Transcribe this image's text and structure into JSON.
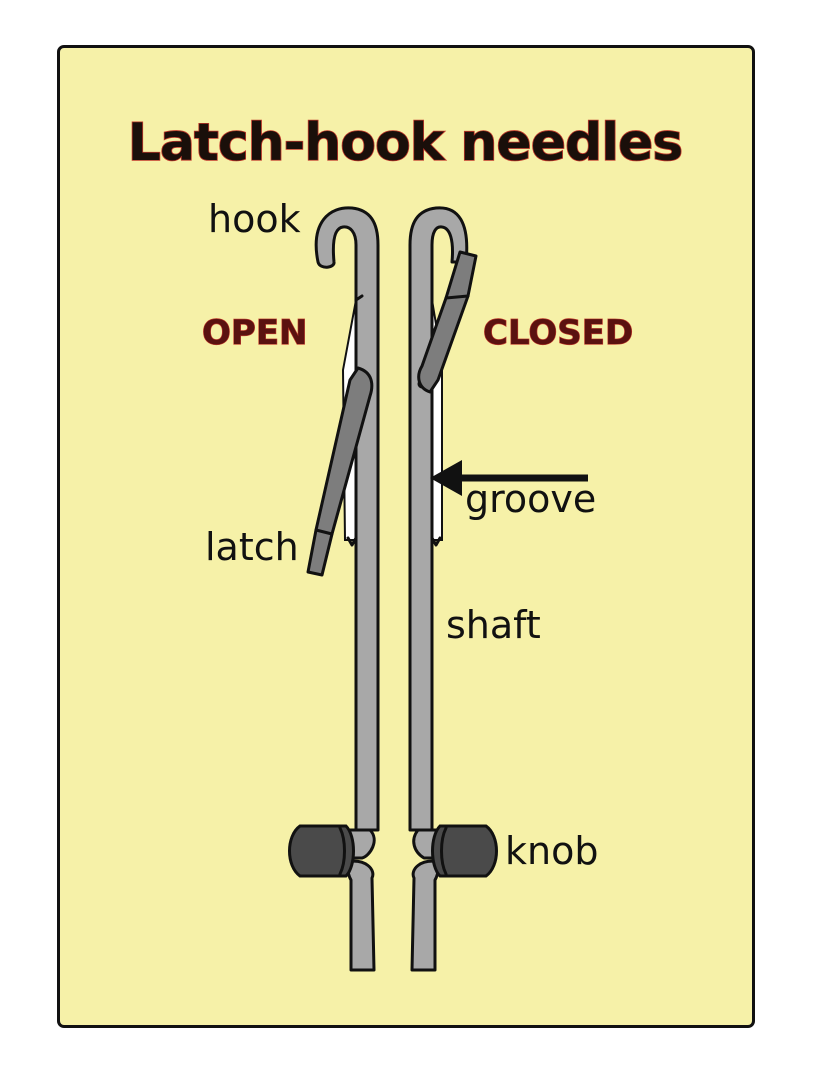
{
  "title": "Latch-hook needles",
  "states": {
    "open": "OPEN",
    "closed": "CLOSED"
  },
  "labels": {
    "hook": "hook",
    "latch": "latch",
    "groove": "groove",
    "shaft": "shaft",
    "knob": "knob"
  },
  "colors": {
    "background": "#f6f1a8",
    "title_outline": "#c0392b",
    "metal": "#a8a8a8",
    "latch": "#7d7d7d",
    "knob": "#4a4a4a"
  }
}
